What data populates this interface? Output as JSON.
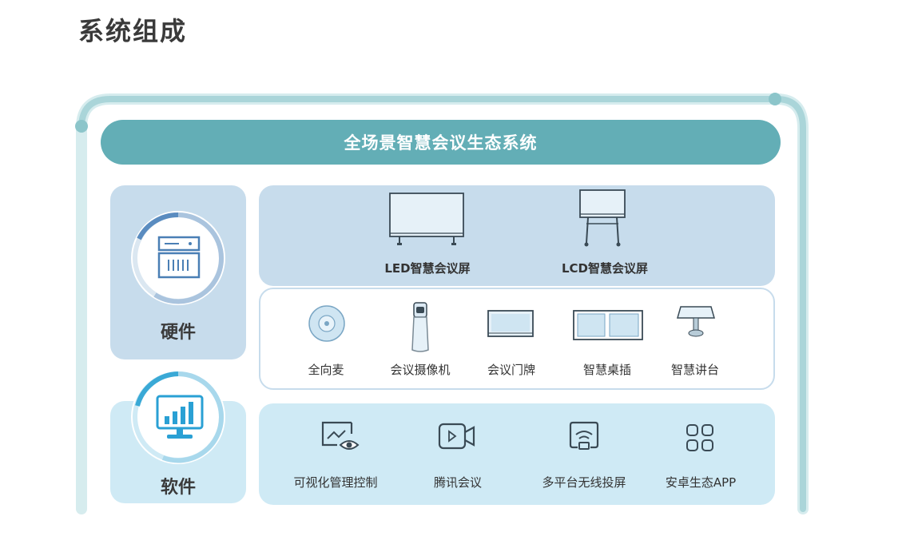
{
  "page_title": "系统组成",
  "banner": {
    "title": "全场景智慧会议生态系统"
  },
  "categories": {
    "hardware": "硬件",
    "software": "软件"
  },
  "displays": [
    {
      "label": "LED智慧会议屏",
      "icon": "led-screen-icon"
    },
    {
      "label": "LCD智慧会议屏",
      "icon": "lcd-screen-icon"
    }
  ],
  "accessories": [
    {
      "label": "全向麦",
      "icon": "microphone-icon"
    },
    {
      "label": "会议摄像机",
      "icon": "camera-icon"
    },
    {
      "label": "会议门牌",
      "icon": "door-sign-icon"
    },
    {
      "label": "智慧桌插",
      "icon": "desk-socket-icon"
    },
    {
      "label": "智慧讲台",
      "icon": "lectern-icon"
    }
  ],
  "software": [
    {
      "label": "可视化管理控制",
      "icon": "visual-monitor-icon"
    },
    {
      "label": "腾讯会议",
      "icon": "video-call-icon"
    },
    {
      "label": "多平台无线投屏",
      "icon": "wireless-cast-icon"
    },
    {
      "label": "安卓生态APP",
      "icon": "app-grid-icon"
    }
  ],
  "colors": {
    "banner": "#63aeb6",
    "hardware_bg": "#c7dcec",
    "software_bg": "#cfeaf5",
    "frame": "#9fcfd3",
    "icon_stroke": "#3a4a55"
  }
}
